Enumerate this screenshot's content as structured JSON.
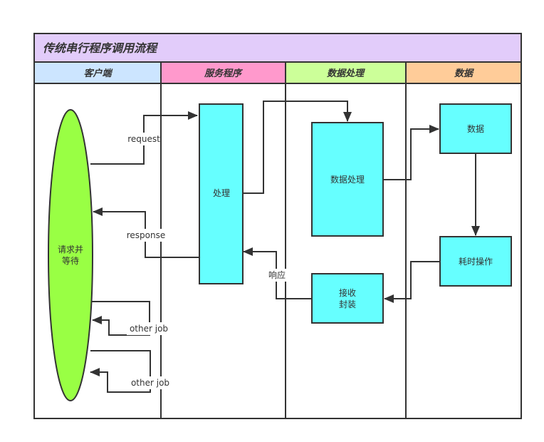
{
  "title": "传统串行程序调用流程",
  "colors": {
    "title_bg": "#e2ccfa",
    "lane_client": "#cce5ff",
    "lane_service": "#ff99cc",
    "lane_process": "#ccff99",
    "lane_data": "#ffcc99",
    "node_fill": "#66ffff",
    "ellipse_fill": "#99ff44",
    "border": "#333333"
  },
  "lanes": [
    {
      "id": "client",
      "label": "客户端"
    },
    {
      "id": "service",
      "label": "服务程序"
    },
    {
      "id": "process",
      "label": "数据处理"
    },
    {
      "id": "data",
      "label": "数据"
    }
  ],
  "nodes": [
    {
      "id": "client",
      "label": [
        "请求并",
        "等待"
      ],
      "shape": "ellipse"
    },
    {
      "id": "handle",
      "label": [
        "处理"
      ],
      "shape": "rect"
    },
    {
      "id": "dataproc",
      "label": [
        "数据处理"
      ],
      "shape": "rect"
    },
    {
      "id": "data",
      "label": [
        "数据"
      ],
      "shape": "rect"
    },
    {
      "id": "slowop",
      "label": [
        "耗时操作"
      ],
      "shape": "rect"
    },
    {
      "id": "receive",
      "label": [
        "接收",
        "封装"
      ],
      "shape": "rect"
    }
  ],
  "edges": [
    {
      "id": "request",
      "from": "client",
      "to": "handle",
      "label": "request"
    },
    {
      "id": "response",
      "from": "handle",
      "to": "client",
      "label": "response"
    },
    {
      "id": "handle-to-dataproc",
      "from": "handle",
      "to": "dataproc",
      "label": ""
    },
    {
      "id": "dataproc-to-data",
      "from": "dataproc",
      "to": "data",
      "label": ""
    },
    {
      "id": "data-to-slowop",
      "from": "data",
      "to": "slowop",
      "label": ""
    },
    {
      "id": "slowop-to-receive",
      "from": "slowop",
      "to": "receive",
      "label": ""
    },
    {
      "id": "receive-to-handle",
      "from": "receive",
      "to": "handle",
      "label": "响应"
    },
    {
      "id": "otherjob-1",
      "from": "client",
      "to": "client",
      "label": "other job"
    },
    {
      "id": "otherjob-2",
      "from": "client",
      "to": "client",
      "label": "other job"
    }
  ]
}
